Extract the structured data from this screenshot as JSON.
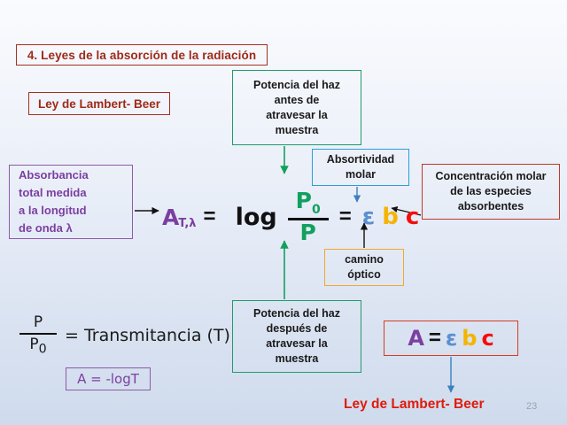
{
  "slide": {
    "title_box": {
      "label": "4. Leyes  de la absorción de la radiación"
    },
    "law_label_box": {
      "label": "Ley de Lambert- Beer"
    },
    "page_number": "23",
    "footer": {
      "label": "Ley de Lambert- Beer"
    },
    "colors": {
      "dark_red": "#9e2a18",
      "bright_red": "#e01b0c",
      "green": "#1f9c6b",
      "blue": "#2a9fd6",
      "orange": "#f0a830",
      "purple": "#7b3fa0",
      "epsilon_blue": "#5b8fd0",
      "b_gold": "#f5b400",
      "c_red": "#f50c0c",
      "background_top": "#fafbfe",
      "background_bottom": "#cfdbed"
    }
  },
  "callouts": {
    "beam_before": {
      "lines": [
        "Potencia del haz",
        "antes de",
        "atravesar la",
        "muestra"
      ]
    },
    "beam_after": {
      "lines": [
        "Potencia del haz",
        "después de",
        "atravesar la",
        "muestra"
      ]
    },
    "molar_absorptivity": {
      "lines": [
        "Absortividad",
        "molar"
      ]
    },
    "molar_concentration": {
      "lines": [
        "Concentración molar",
        "de las especies",
        "absorbentes"
      ]
    },
    "optical_path": {
      "lines": [
        "camino",
        "óptico"
      ]
    },
    "total_absorbance": {
      "lines": [
        "Absorbancia",
        "total medida",
        "a la longitud",
        "de onda λ"
      ]
    }
  },
  "equation": {
    "a_symbol": "A",
    "a_subscript": "T,λ",
    "equals_1": "=",
    "log": "log",
    "numerator": "P",
    "numerator_sub": "0",
    "denominator": "P",
    "equals_2": "=",
    "epsilon": "ε",
    "b": "b",
    "c": "c"
  },
  "transmittance": {
    "numerator": "P",
    "denominator": "P",
    "denominator_sub": "0",
    "label": "= Transmitancia (T)",
    "a_logt": "A = -logT"
  },
  "result_box": {
    "a_symbol": "A",
    "equals": "=",
    "epsilon": "ε",
    "b": "b",
    "c": "c"
  }
}
